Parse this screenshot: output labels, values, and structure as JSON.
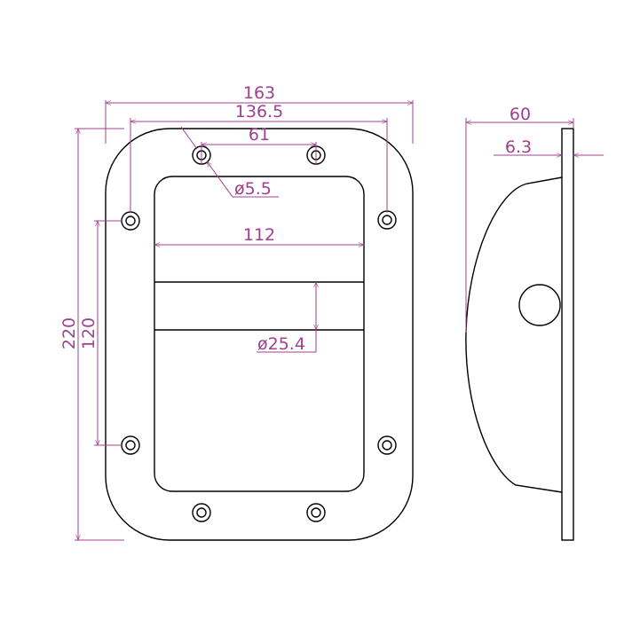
{
  "drawing": {
    "colors": {
      "outline": "#000000",
      "dimension": "#a0408f",
      "background": "#ffffff"
    },
    "front_view": {
      "overall_width": "163",
      "hole_pitch_width": "136.5",
      "top_hole_pitch": "61",
      "hole_diameter": "ø5.5",
      "recess_width": "112",
      "handle_diameter": "ø25.4",
      "overall_height": "220",
      "hole_pitch_height": "120"
    },
    "side_view": {
      "depth": "60",
      "plate_thickness": "6.3"
    }
  }
}
